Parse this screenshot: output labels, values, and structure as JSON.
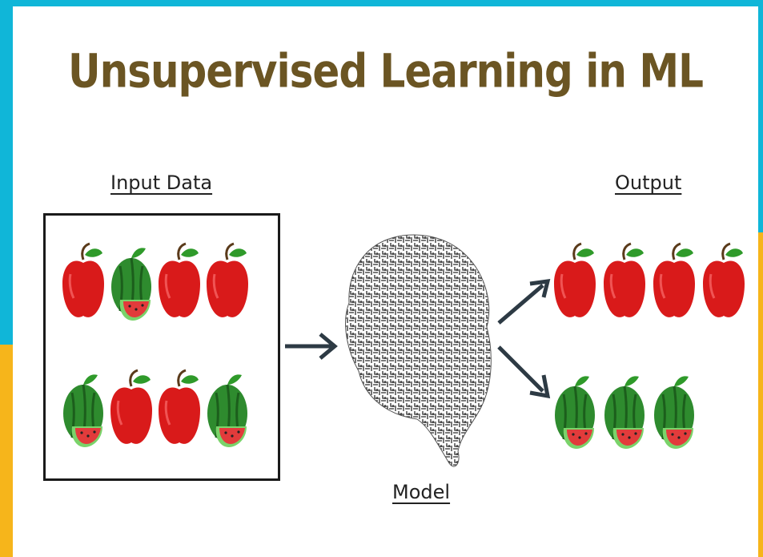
{
  "title": "Unsupervised Learning in ML",
  "labels": {
    "input": "Input Data",
    "model": "Model",
    "output": "Output"
  },
  "input_grid": [
    [
      "apple",
      "watermelon",
      "apple",
      "apple"
    ],
    [
      "watermelon",
      "apple",
      "apple",
      "watermelon"
    ]
  ],
  "output_groups": {
    "apples": [
      "apple",
      "apple",
      "apple",
      "apple"
    ],
    "watermelons": [
      "watermelon",
      "watermelon",
      "watermelon"
    ]
  },
  "colors": {
    "title": "#6b5523",
    "apple": "#d91a1a",
    "leaf": "#2f9a2a",
    "watermelon_rind": "#2e8b2e",
    "watermelon_flesh": "#e23b3b",
    "frame_blue": "#10b6d8",
    "frame_yellow": "#f6b51b"
  },
  "icons": [
    "apple-icon",
    "watermelon-icon",
    "brain-icon",
    "arrow-right-icon"
  ]
}
